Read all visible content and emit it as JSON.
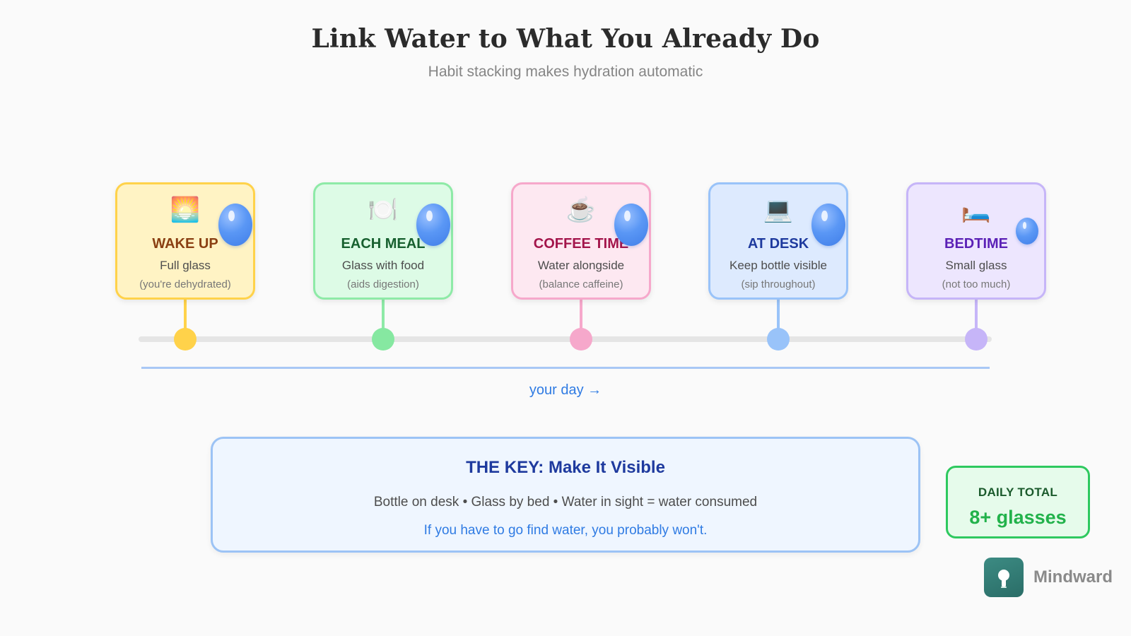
{
  "header": {
    "title": "Link Water to What You Already Do",
    "subtitle": "Habit stacking makes hydration automatic"
  },
  "timeline": {
    "steps": [
      {
        "emoji": "🌅",
        "label": "WAKE UP",
        "desc": "Full glass",
        "note": "(you're dehydrated)",
        "drop_size": "large",
        "colors": {
          "bg": "#fff3c4",
          "border": "#ffd24a",
          "text": "#8a3f12",
          "node": "#ffd24a"
        }
      },
      {
        "emoji": "🍽️",
        "label": "EACH MEAL",
        "desc": "Glass with food",
        "note": "(aids digestion)",
        "drop_size": "large",
        "colors": {
          "bg": "#ddfbe6",
          "border": "#8eeaa7",
          "text": "#17602f",
          "node": "#86e8a1"
        }
      },
      {
        "emoji": "☕",
        "label": "COFFEE TIME",
        "desc": "Water alongside",
        "note": "(balance caffeine)",
        "drop_size": "large",
        "colors": {
          "bg": "#fde8f1",
          "border": "#f6a8cb",
          "text": "#a3154b",
          "node": "#f6a8cb"
        }
      },
      {
        "emoji": "💻",
        "label": "AT DESK",
        "desc": "Keep bottle visible",
        "note": "(sip throughout)",
        "drop_size": "large",
        "colors": {
          "bg": "#ddeafe",
          "border": "#99c3f9",
          "text": "#1e3a9e",
          "node": "#99c3f9"
        }
      },
      {
        "emoji": "🛏️",
        "label": "BEDTIME",
        "desc": "Small glass",
        "note": "(not too much)",
        "drop_size": "small",
        "colors": {
          "bg": "#ede6fe",
          "border": "#c6b5f8",
          "text": "#5b21b6",
          "node": "#c6b5f8"
        }
      }
    ],
    "axis_label": "your day →"
  },
  "key": {
    "title": "THE KEY: Make It Visible",
    "body": "Bottle on desk • Glass by bed • Water in sight = water consumed",
    "note": "If you have to go find water, you probably won't."
  },
  "total": {
    "label": "DAILY TOTAL",
    "value": "8+ glasses"
  },
  "brand": {
    "name": "Mindward",
    "icon": "lightbulb-icon"
  }
}
